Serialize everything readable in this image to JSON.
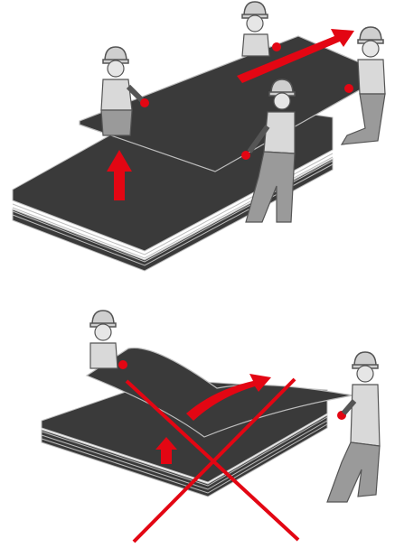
{
  "figure": {
    "top_panel": {
      "meaning": "correct",
      "workers": 4,
      "arrow_up": true,
      "arrow_along_sheet": true
    },
    "bottom_panel": {
      "meaning": "incorrect",
      "workers": 2,
      "arrow_up": true,
      "arrow_along_sheet": true,
      "crossed_out": true
    }
  },
  "colors": {
    "sheet_dark": "#3a3a3a",
    "sheet_edge": "#bdbdbd",
    "accent_red": "#e30613",
    "worker_grey": "#9a9a9a",
    "worker_light": "#d9d9d9",
    "glove_red": "#e30613"
  },
  "icons": {
    "worker": "worker-icon",
    "helmet": "helmet-icon",
    "arrow": "arrow-icon",
    "cross": "cross-icon"
  }
}
